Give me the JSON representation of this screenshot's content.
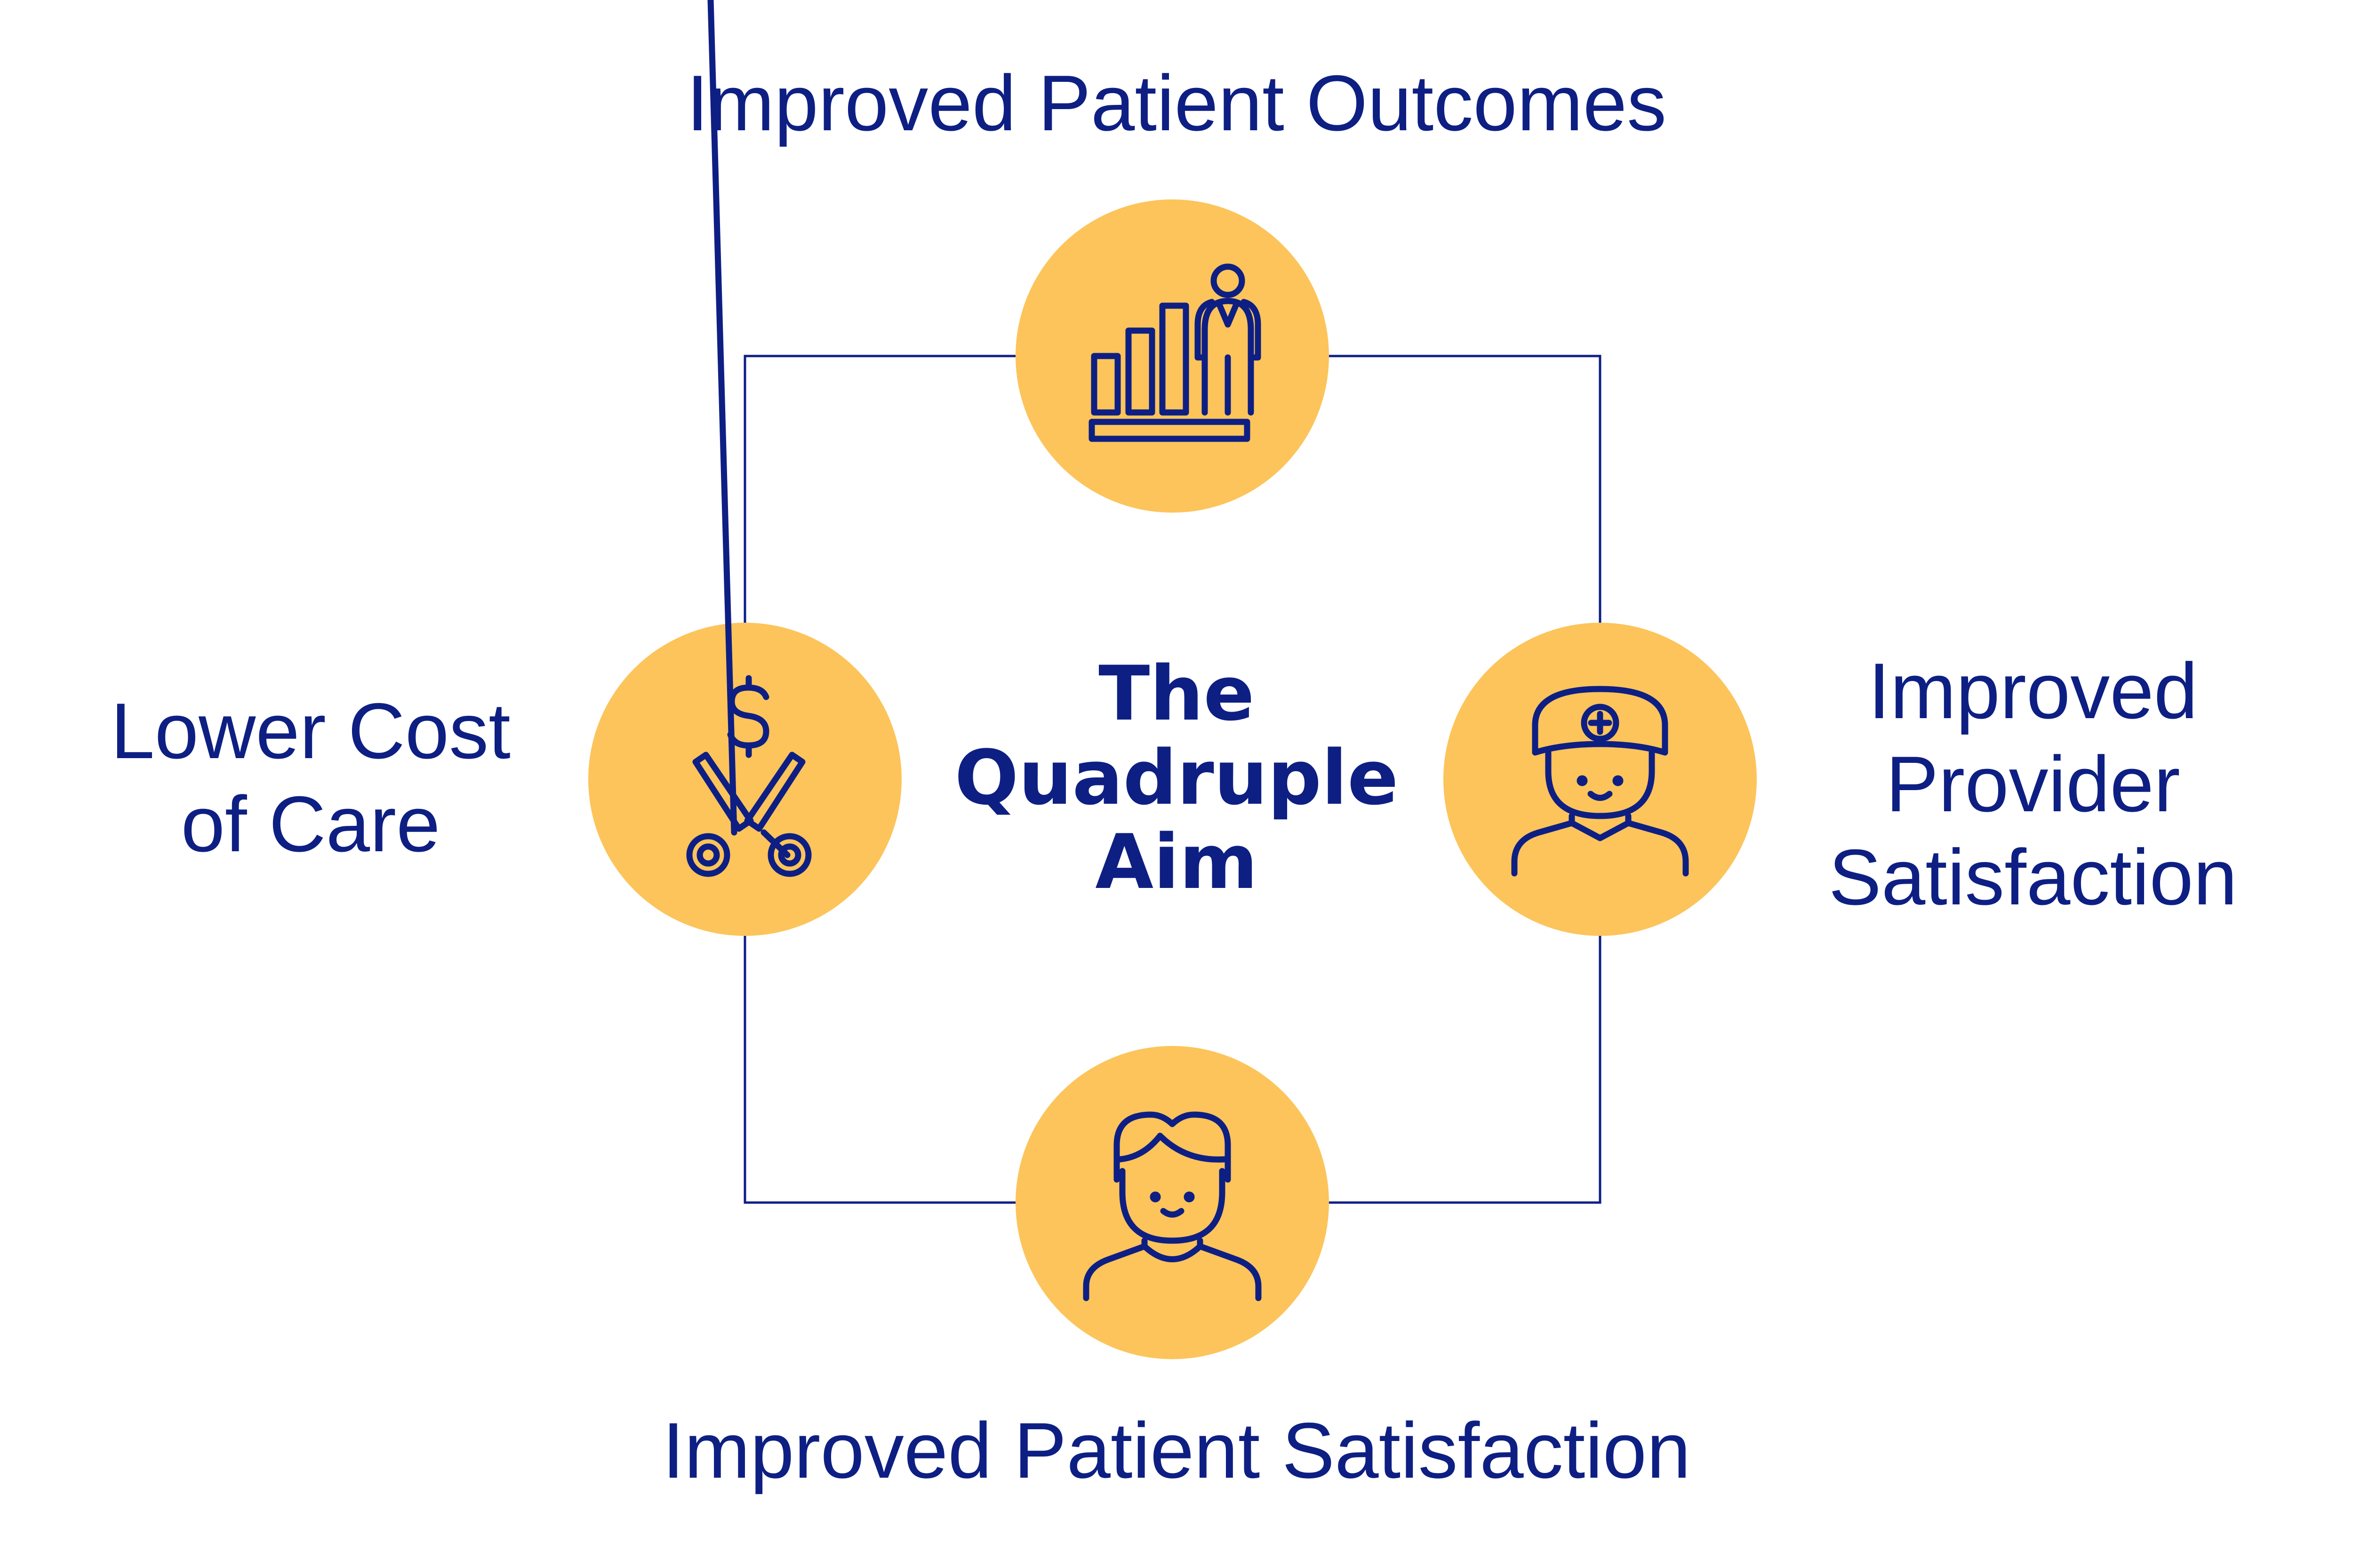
{
  "diagram": {
    "center_title": [
      "The",
      "Quadruple",
      "Aim"
    ],
    "nodes": {
      "top": {
        "label": "Improved Patient Outcomes",
        "icon": "chart-person-icon"
      },
      "right": {
        "label": [
          "Improved",
          "Provider",
          "Satisfaction"
        ],
        "icon": "doctor-icon"
      },
      "bottom": {
        "label": "Improved Patient Satisfaction",
        "icon": "patient-icon"
      },
      "left": {
        "label": [
          "Lower Cost",
          "of Care"
        ],
        "icon": "cut-cost-scissors-icon"
      }
    },
    "colors": {
      "circle_fill": "#fcc45a",
      "stroke": "#0e1f83",
      "background": "#ffffff"
    }
  }
}
